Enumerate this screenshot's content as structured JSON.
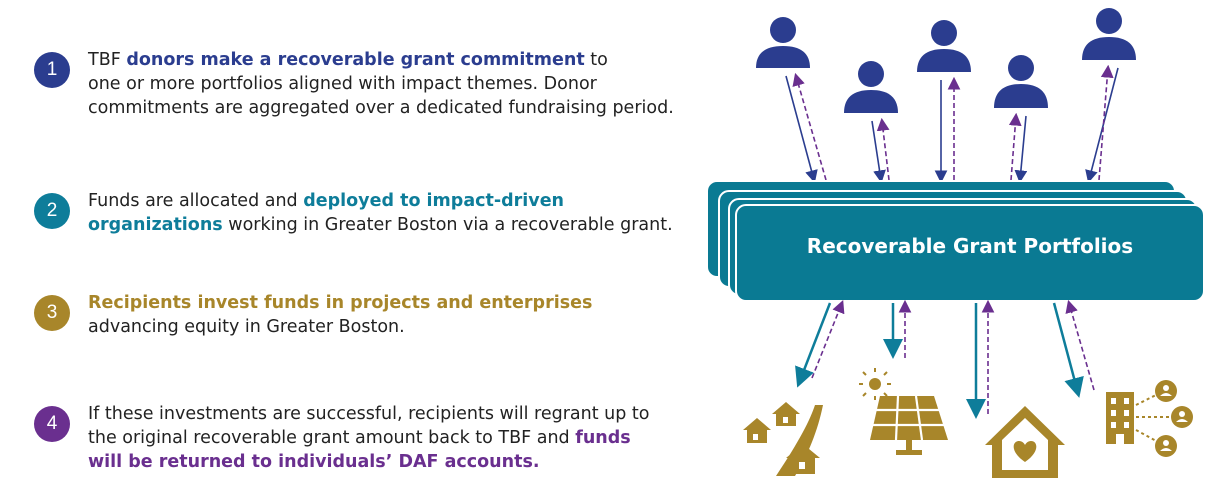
{
  "steps": [
    {
      "number": "1",
      "parts": [
        "TBF ",
        "donors make a recoverable grant commitment",
        " to",
        "one or more portfolios aligned with impact themes. Donor",
        "commitments are aggregated over a dedicated fundraising period."
      ]
    },
    {
      "number": "2",
      "parts": [
        "Funds are allocated and ",
        "deployed to impact-driven",
        "organizations",
        " working in Greater Boston via a recoverable grant."
      ]
    },
    {
      "number": "3",
      "parts": [
        "Recipients invest funds in projects and enterprises",
        "advancing equity in Greater Boston."
      ]
    },
    {
      "number": "4",
      "parts": [
        "If these investments are successful, recipients will regrant up to",
        "the original recoverable grant amount back to TBF and ",
        "funds",
        "will be returned to individuals’ DAF accounts."
      ]
    }
  ],
  "diagram": {
    "portfolio_label": "Recoverable Grant Portfolios",
    "donor_icons": [
      "person-icon",
      "person-icon",
      "person-icon",
      "person-icon",
      "person-icon"
    ],
    "recipient_icons": [
      "houses-icon",
      "solar-panel-icon",
      "home-heart-icon",
      "building-network-icon"
    ]
  },
  "colors": {
    "navy": "#2b3d8f",
    "teal": "#0e7d9a",
    "gold": "#a8862a",
    "purple": "#6a2f8f",
    "portfolio_fill": "#0a7a93"
  }
}
